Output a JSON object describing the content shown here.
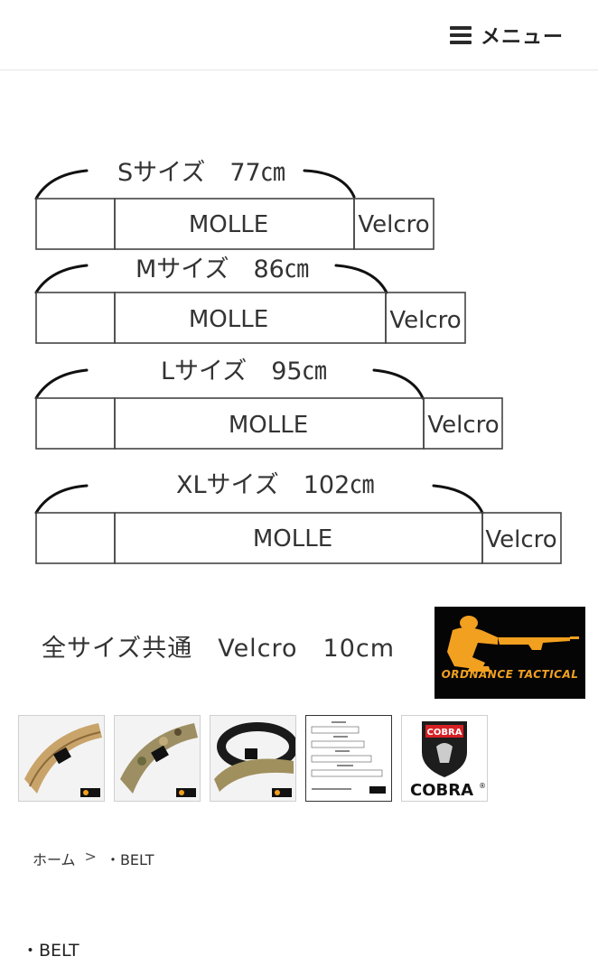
{
  "header": {
    "menu_label": "メニュー",
    "menu_icon": "hamburger-icon"
  },
  "size_chart": {
    "rows": [
      {
        "title": "Sサイズ　77㎝",
        "molle": "MOLLE",
        "velcro": "Velcro"
      },
      {
        "title": "Mサイズ　86㎝",
        "molle": "MOLLE",
        "velcro": "Velcro"
      },
      {
        "title": "Lサイズ　95㎝",
        "molle": "MOLLE",
        "velcro": "Velcro"
      },
      {
        "title": "XLサイズ　102㎝",
        "molle": "MOLLE",
        "velcro": "Velcro"
      }
    ],
    "common_note": "全サイズ共通　Velcro　10cm"
  },
  "logo": {
    "brand_text": "ORDNANCE TACTICAL",
    "brand_color": "#f2a020"
  },
  "thumbnails": {
    "cobra_badge": "COBRA",
    "cobra_wordmark": "COBRA",
    "cobra_reg": "®"
  },
  "breadcrumb": {
    "home": "ホーム",
    "separator": ">",
    "current": "・BELT"
  },
  "category_title": "・BELT"
}
